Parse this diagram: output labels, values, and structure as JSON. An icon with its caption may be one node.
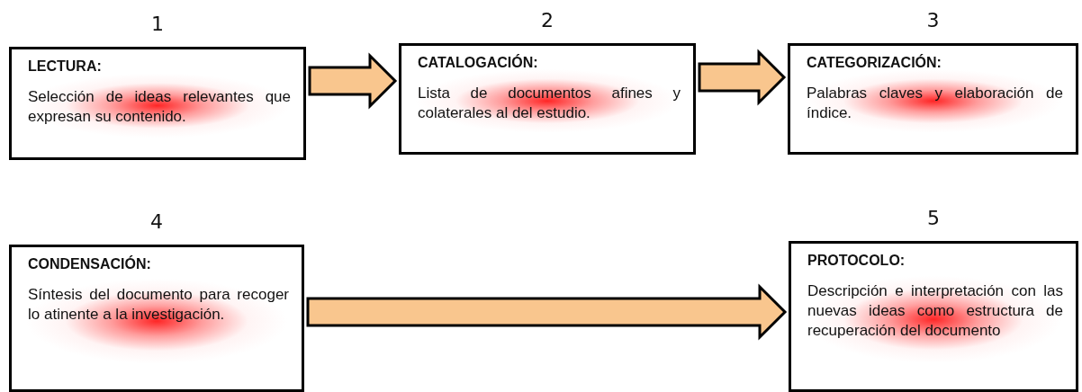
{
  "diagram": {
    "nodes": [
      {
        "text": [
          "LECTURA:",
          "Selección de ideas relevantes que expresan su contenido."
        ],
        "beside": [
          "1"
        ]
      },
      {
        "text": [
          "CATALOGACIÓN:",
          "Lista de documentos afines y colaterales al del estudio."
        ],
        "beside": [
          "2"
        ]
      },
      {
        "text": [
          "CATEGORIZACIÓN:",
          "Palabras claves y elaboración de índice."
        ],
        "beside": [
          "3"
        ]
      },
      {
        "text": [
          "CONDENSACIÓN:",
          "Síntesis del documento para recoger lo atinente a la investigación."
        ],
        "beside": [
          "4"
        ]
      },
      {
        "text": [
          "PROTOCOLO:",
          "Descripción e interpretación con las nuevas ideas como estructura de recuperación del documento"
        ],
        "beside": [
          "5"
        ]
      }
    ],
    "edges": [
      {
        "from": 0,
        "to": 1,
        "arrow": "to"
      },
      {
        "from": 1,
        "to": 2,
        "arrow": "to"
      },
      {
        "from": 3,
        "to": 4,
        "arrow": "to"
      }
    ]
  }
}
